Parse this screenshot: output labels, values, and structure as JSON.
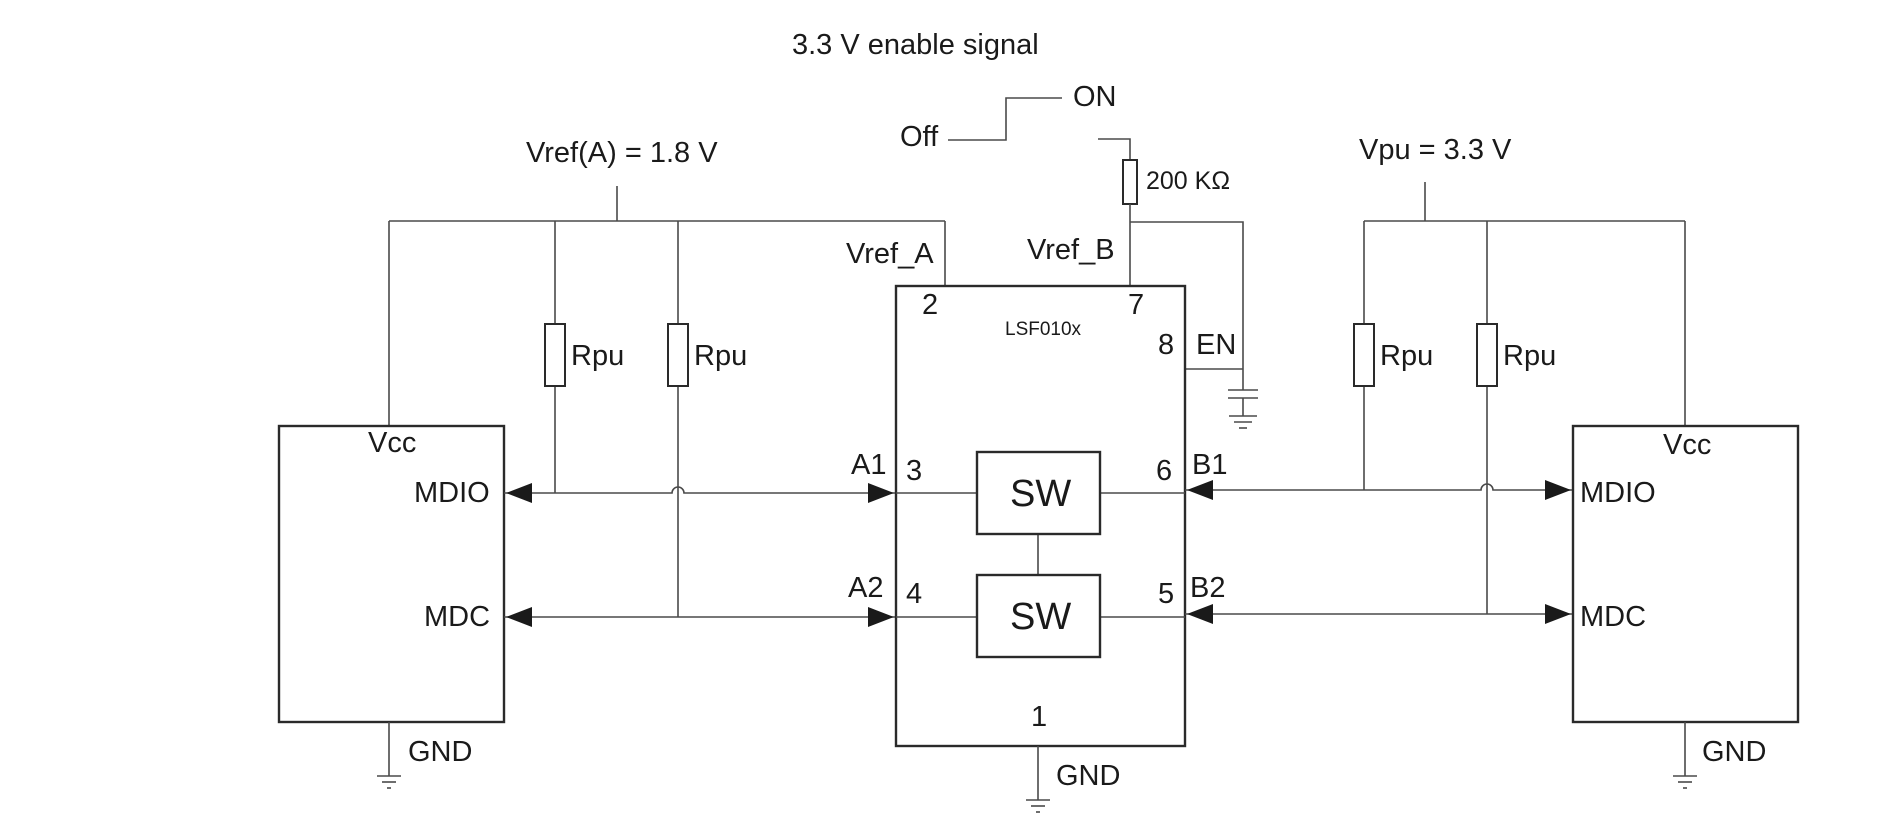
{
  "enable": {
    "title": "3.3 V enable signal",
    "on": "ON",
    "off": "Off"
  },
  "resistor_200k": "200 KΩ",
  "vref_a_supply": "Vref(A) = 1.8 V",
  "vpu_supply": "Vpu = 3.3 V",
  "chip": {
    "name": "LSF010x",
    "vref_a": "Vref_A",
    "vref_b": "Vref_B",
    "en": "EN",
    "a1": "A1",
    "a2": "A2",
    "b1": "B1",
    "b2": "B2",
    "pin_1": "1",
    "pin_2": "2",
    "pin_3": "3",
    "pin_4": "4",
    "pin_5": "5",
    "pin_6": "6",
    "pin_7": "7",
    "pin_8": "8",
    "switch": "SW",
    "gnd": "GND"
  },
  "pullup_label": "Rpu",
  "left_device": {
    "vcc": "Vcc",
    "mdio": "MDIO",
    "mdc": "MDC",
    "gnd": "GND"
  },
  "right_device": {
    "vcc": "Vcc",
    "mdio": "MDIO",
    "mdc": "MDC",
    "gnd": "GND"
  }
}
